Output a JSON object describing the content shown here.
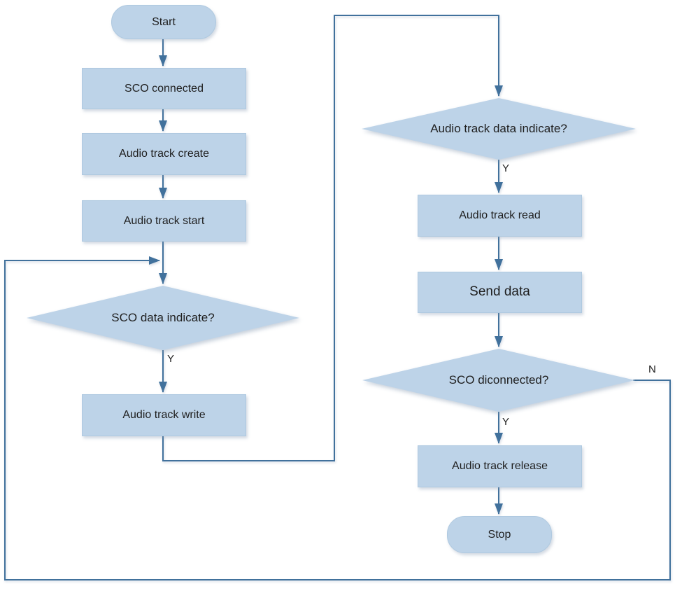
{
  "flowchart": {
    "nodes": {
      "start": {
        "type": "terminator",
        "label": "Start"
      },
      "sco_connected": {
        "type": "process",
        "label": "SCO connected"
      },
      "audio_track_create": {
        "type": "process",
        "label": "Audio track create"
      },
      "audio_track_start": {
        "type": "process",
        "label": "Audio track start"
      },
      "sco_data_indicate": {
        "type": "decision",
        "label": "SCO data indicate?"
      },
      "audio_track_write": {
        "type": "process",
        "label": "Audio track write"
      },
      "audio_track_data_indicate": {
        "type": "decision",
        "label": "Audio track data indicate?"
      },
      "audio_track_read": {
        "type": "process",
        "label": "Audio track read"
      },
      "send_data": {
        "type": "process",
        "label": "Send data"
      },
      "sco_diconnected": {
        "type": "decision",
        "label": "SCO diconnected?"
      },
      "audio_track_release": {
        "type": "process",
        "label": "Audio track release"
      },
      "stop": {
        "type": "terminator",
        "label": "Stop"
      }
    },
    "edge_labels": {
      "sco_data_yes": "Y",
      "audio_data_yes": "Y",
      "sco_diconnected_yes": "Y",
      "sco_diconnected_no": "N"
    },
    "edges": [
      {
        "from": "start",
        "to": "sco_connected"
      },
      {
        "from": "sco_connected",
        "to": "audio_track_create"
      },
      {
        "from": "audio_track_create",
        "to": "audio_track_start"
      },
      {
        "from": "audio_track_start",
        "to": "sco_data_indicate"
      },
      {
        "from": "sco_data_indicate",
        "to": "audio_track_write",
        "label": "Y"
      },
      {
        "from": "audio_track_write",
        "to": "audio_track_data_indicate"
      },
      {
        "from": "audio_track_data_indicate",
        "to": "audio_track_read",
        "label": "Y"
      },
      {
        "from": "audio_track_read",
        "to": "send_data"
      },
      {
        "from": "send_data",
        "to": "sco_diconnected"
      },
      {
        "from": "sco_diconnected",
        "to": "audio_track_release",
        "label": "Y"
      },
      {
        "from": "audio_track_release",
        "to": "stop"
      },
      {
        "from": "sco_diconnected",
        "to": "sco_data_indicate",
        "label": "N"
      }
    ],
    "colors": {
      "node_fill": "#BDD3E8",
      "node_border": "#AFC9E0",
      "connector": "#41719C",
      "text": "#1F1F1F",
      "background": "#FFFFFF"
    }
  }
}
